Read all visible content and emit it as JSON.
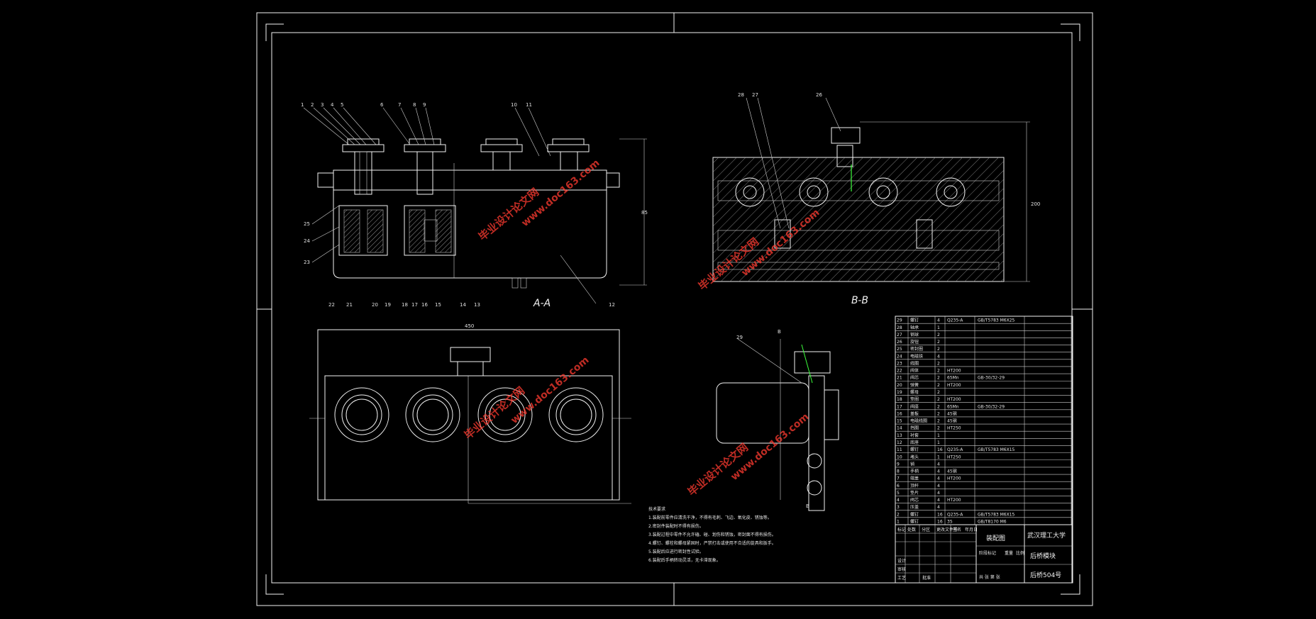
{
  "views": {
    "section_aa": "A-A",
    "section_bb": "B-B"
  },
  "part_numbers": {
    "aa_top": [
      "1",
      "2",
      "3",
      "4",
      "5",
      "6",
      "7",
      "8",
      "9",
      "10",
      "11"
    ],
    "aa_left": [
      "25",
      "24",
      "23"
    ],
    "aa_bottom": [
      "22",
      "21",
      "20",
      "19",
      "18",
      "17",
      "16",
      "15",
      "14",
      "13"
    ],
    "aa_right": "12",
    "bb_top": [
      "28",
      "27",
      "26"
    ],
    "side_view": "29"
  },
  "dimension_labels": {
    "aa_height": "85",
    "bb_height": "200",
    "front_width": "450",
    "side_a": "B",
    "side_b": "B"
  },
  "notes": {
    "title": "技术要求",
    "lines": [
      "1.装配前零件应清洗干净，不得有毛刺、飞边、氧化皮、锈蚀等。",
      "2.密封件装配时不得有损伤。",
      "3.装配过程中零件不允许磕、碰、划伤和锈蚀，密封面不得有损伤。",
      "4.螺钉、螺栓和螺母紧固时，严禁打击或使用不合适的旋具和扳手。",
      "5.装配后应进行密封性试验。",
      "6.装配后手柄转动灵活，无卡滞现象。"
    ]
  },
  "parts_list": [
    [
      "29",
      "螺钉",
      "4",
      "Q235-A",
      "GB/T5783 M6X25"
    ],
    [
      "28",
      "轴承",
      "1",
      "",
      ""
    ],
    [
      "27",
      "钢球",
      "2",
      "",
      ""
    ],
    [
      "26",
      "旋钮",
      "2",
      "",
      ""
    ],
    [
      "25",
      "密封圈",
      "2",
      "",
      ""
    ],
    [
      "24",
      "电磁铁",
      "4",
      "",
      ""
    ],
    [
      "23",
      "线圈",
      "2",
      "",
      ""
    ],
    [
      "22",
      "阀体",
      "2",
      "HT200",
      ""
    ],
    [
      "21",
      "阀芯",
      "2",
      "65Mn",
      "GB-30/32-29"
    ],
    [
      "20",
      "弹簧",
      "2",
      "HT200",
      ""
    ],
    [
      "19",
      "螺母",
      "2",
      "",
      ""
    ],
    [
      "18",
      "垫圈",
      "2",
      "HT200",
      ""
    ],
    [
      "17",
      "阀座",
      "2",
      "65Mn",
      "GB-30/32-29"
    ],
    [
      "16",
      "盖板",
      "2",
      "45钢",
      ""
    ],
    [
      "15",
      "电磁线圈",
      "2",
      "45钢",
      ""
    ],
    [
      "14",
      "挡圈",
      "2",
      "HT250",
      ""
    ],
    [
      "13",
      "衬套",
      "1",
      "",
      ""
    ],
    [
      "12",
      "底座",
      "1",
      "",
      ""
    ],
    [
      "11",
      "螺钉",
      "16",
      "Q235-A",
      "GB/T5783 M6X15"
    ],
    [
      "10",
      "堵头",
      "1",
      "HT250",
      ""
    ],
    [
      "9",
      "销",
      "4",
      "",
      ""
    ],
    [
      "8",
      "手柄",
      "4",
      "45钢",
      ""
    ],
    [
      "7",
      "端盖",
      "4",
      "HT200",
      ""
    ],
    [
      "6",
      "顶杆",
      "4",
      "",
      ""
    ],
    [
      "5",
      "垫片",
      "4",
      "",
      ""
    ],
    [
      "4",
      "阀芯",
      "4",
      "HT200",
      ""
    ],
    [
      "3",
      "压盖",
      "4",
      "",
      ""
    ],
    [
      "2",
      "螺钉",
      "16",
      "Q235-A",
      "GB/T5783 M6X15"
    ],
    [
      "1",
      "螺钉",
      "16",
      "35",
      "GB/T8170 M6"
    ]
  ],
  "title_block": {
    "header": [
      "标记",
      "处数",
      "分区",
      "更改文件号",
      "签名",
      "年月日"
    ],
    "rows": [
      "设计",
      "审核",
      "工艺",
      "批准"
    ],
    "stage": "阶段标记",
    "weight": "重量",
    "scale": "比例",
    "material": "装配图",
    "university": "武汉理工大学",
    "drawing_name": "后桥模块",
    "drawing_number": "后桥504号",
    "sheet": "共 张 第 张"
  },
  "watermarks": [
    "毕业设计论文网",
    "www.doc163.com"
  ]
}
